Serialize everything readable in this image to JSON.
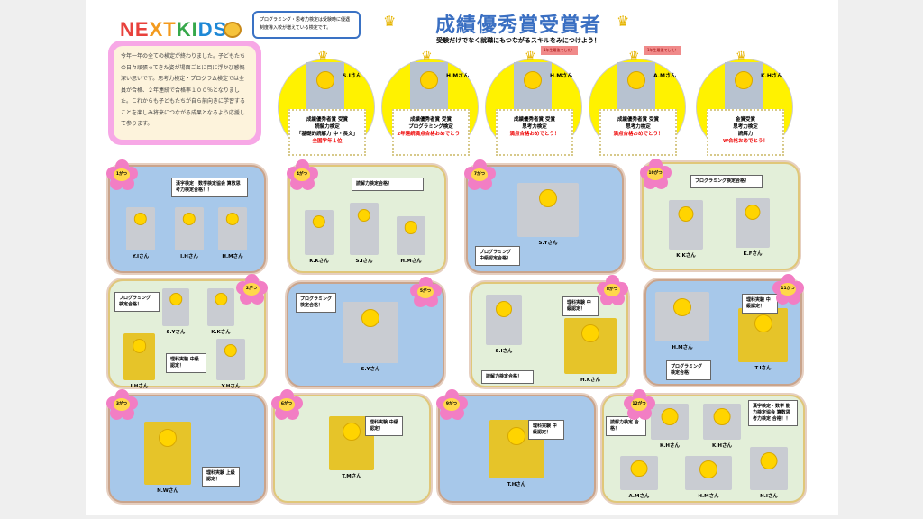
{
  "logo": "NEXTKIDS",
  "callout": "プログラミング・思考力検定は受験時に優遇制度導入校が増えている検定です。",
  "intro": "今年一年の全ての検定が終わりました。子どもたちの日々頑張ってきた姿が場面ごとに目に浮かび感慨深い思いです。思考力検定・プログラム検定では全員が合格、２年連続で合格率１００％となりました。これからも子どもたちが自ら前向きに学習することを楽しみ将来につながる成果となるよう応援して参ります。",
  "title": "成績優秀賞受賞者",
  "subtitle": "受験だけでなく就職にもつながるスキルをみにつけよう！",
  "winners": [
    {
      "name": "S.Iさん",
      "lines": [
        "成績優秀者賞 受賞",
        "読解力検定",
        "「基礎的読解力 中・長文」"
      ],
      "red": "全国学年１位"
    },
    {
      "name": "H.Mさん",
      "lines": [
        "成績優秀者賞 受賞",
        "プログラミング検定"
      ],
      "red": "2年連続満点合格おめでとう！"
    },
    {
      "name": "H.Mさん",
      "lines": [
        "成績優秀者賞 受賞",
        "思考力検定"
      ],
      "red": "満点合格おめでとう！",
      "flag": "1年生最後でした！"
    },
    {
      "name": "A.Mさん",
      "lines": [
        "成績優秀者賞 受賞",
        "思考力検定"
      ],
      "red": "満点合格おめでとう！",
      "flag": "1年生最後でした！"
    },
    {
      "name": "K.Hさん",
      "lines": [
        "金賞受賞",
        "思考力検定",
        "読解力"
      ],
      "red": "W合格おめでとう！"
    }
  ],
  "panels": [
    {
      "month": "1がつ",
      "labels": [
        "漢字検定・数学検定協会 算数思考力検定合格！！"
      ],
      "people": [
        "Y.Iさん",
        "I.Hさん",
        "H.Mさん"
      ]
    },
    {
      "month": "4がつ",
      "labels": [
        "読解力検定合格！"
      ],
      "people": [
        "K.Kさん",
        "S.Iさん",
        "H.Mさん"
      ]
    },
    {
      "month": "7がつ",
      "labels": [
        "プログラミング 中級認定合格！"
      ],
      "people": [
        "S.Yさん"
      ]
    },
    {
      "month": "10がつ",
      "labels": [
        "プログラミング検定合格！"
      ],
      "people": [
        "K.Kさん",
        "K.Fさん"
      ]
    },
    {
      "month": "2がつ",
      "labels": [
        "プログラミング 検定合格！",
        "理科実験 中級認定！"
      ],
      "people": [
        "S.Yさん",
        "K.Kさん",
        "I.Hさん",
        "Y.Hさん"
      ]
    },
    {
      "month": "5がつ",
      "labels": [
        "プログラミング 検定合格！"
      ],
      "people": [
        "S.Yさん"
      ]
    },
    {
      "month": "8がつ",
      "labels": [
        "理科実験 中級認定！",
        "読解力検定合格！"
      ],
      "people": [
        "S.Iさん",
        "H.Kさん"
      ]
    },
    {
      "month": "11がつ",
      "labels": [
        "理科実験 中級認定！",
        "プログラミング 検定合格！"
      ],
      "people": [
        "H.Mさん",
        "T.Iさん"
      ]
    },
    {
      "month": "3がつ",
      "labels": [
        "理科実験 上級認定！"
      ],
      "people": [
        "N.Wさん"
      ]
    },
    {
      "month": "6がつ",
      "labels": [
        "理科実験 中級認定！"
      ],
      "people": [
        "T.Mさん"
      ]
    },
    {
      "month": "9がつ",
      "labels": [
        "理科実験 中級認定！"
      ],
      "people": [
        "T.Hさん"
      ]
    },
    {
      "month": "12がつ",
      "labels": [
        "読解力検定 合格！",
        "漢字検定・数学 能力検定協会 算数思考力検定 合格！！"
      ],
      "people": [
        "K.Hさん",
        "K.Hさん",
        "A.Mさん",
        "H.Mさん",
        "N.Iさん"
      ]
    }
  ]
}
